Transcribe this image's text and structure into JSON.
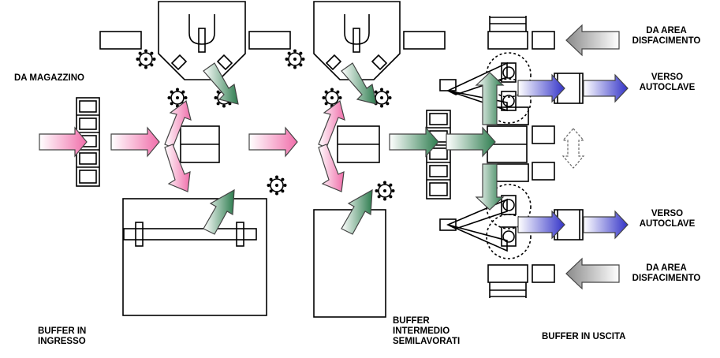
{
  "labels": {
    "da_magazzino": "DA MAGAZZINO",
    "buffer_ingresso": [
      "BUFFER IN",
      "INGRESSO"
    ],
    "buffer_intermedio": [
      "BUFFER",
      "INTERMEDIO",
      "SEMILAVORATI"
    ],
    "buffer_uscita": "BUFFER IN USCITA",
    "da_area_top": [
      "DA AREA",
      "DISFACIMENTO"
    ],
    "da_area_bottom": [
      "DA AREA",
      "DISFACIMENTO"
    ],
    "verso_top": [
      "VERSO",
      "AUTOCLAVE"
    ],
    "verso_bottom": [
      "VERSO",
      "AUTOCLAVE"
    ]
  },
  "colors": {
    "pink": "#f06eaa",
    "green": "#2e7d4f",
    "blue": "#3434c8",
    "gray": "#8a8a8a"
  }
}
